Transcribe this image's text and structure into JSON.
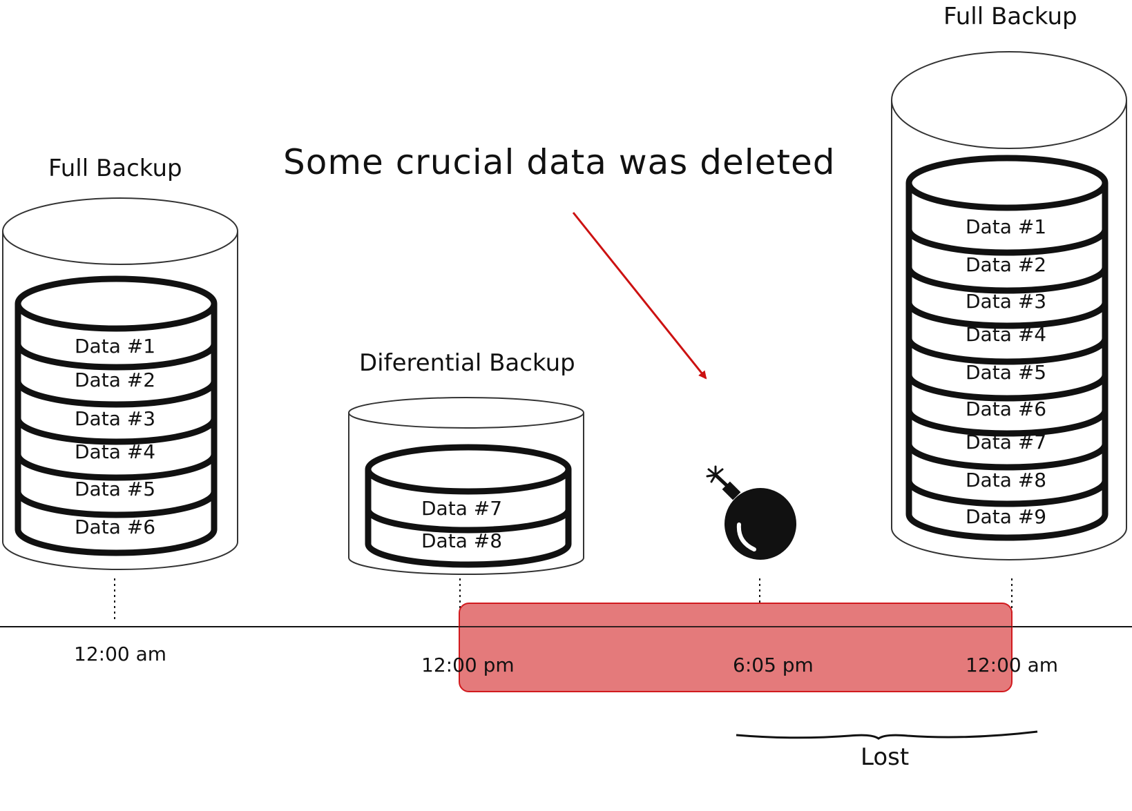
{
  "title": "Some crucial data was deleted",
  "backups": [
    {
      "label": "Full Backup",
      "time": "12:00 am",
      "items": [
        "Data #1",
        "Data #2",
        "Data #3",
        "Data #4",
        "Data #5",
        "Data #6"
      ]
    },
    {
      "label": "Diferential Backup",
      "time": "12:00 pm",
      "items": [
        "Data #7",
        "Data #8"
      ]
    },
    {
      "label": "Full Backup",
      "time": "12:00 am",
      "items": [
        "Data #1",
        "Data #2",
        "Data #3",
        "Data #4",
        "Data #5",
        "Data #6",
        "Data #7",
        "Data #8",
        "Data #9"
      ]
    }
  ],
  "incident": {
    "time": "6:05 pm",
    "icon": "bomb-icon"
  },
  "lost_label": "Lost",
  "colors": {
    "lost_region": "#e47a7b",
    "lost_region_border": "#d11a1e",
    "arrow": "#cc1111",
    "ink": "#111111"
  }
}
